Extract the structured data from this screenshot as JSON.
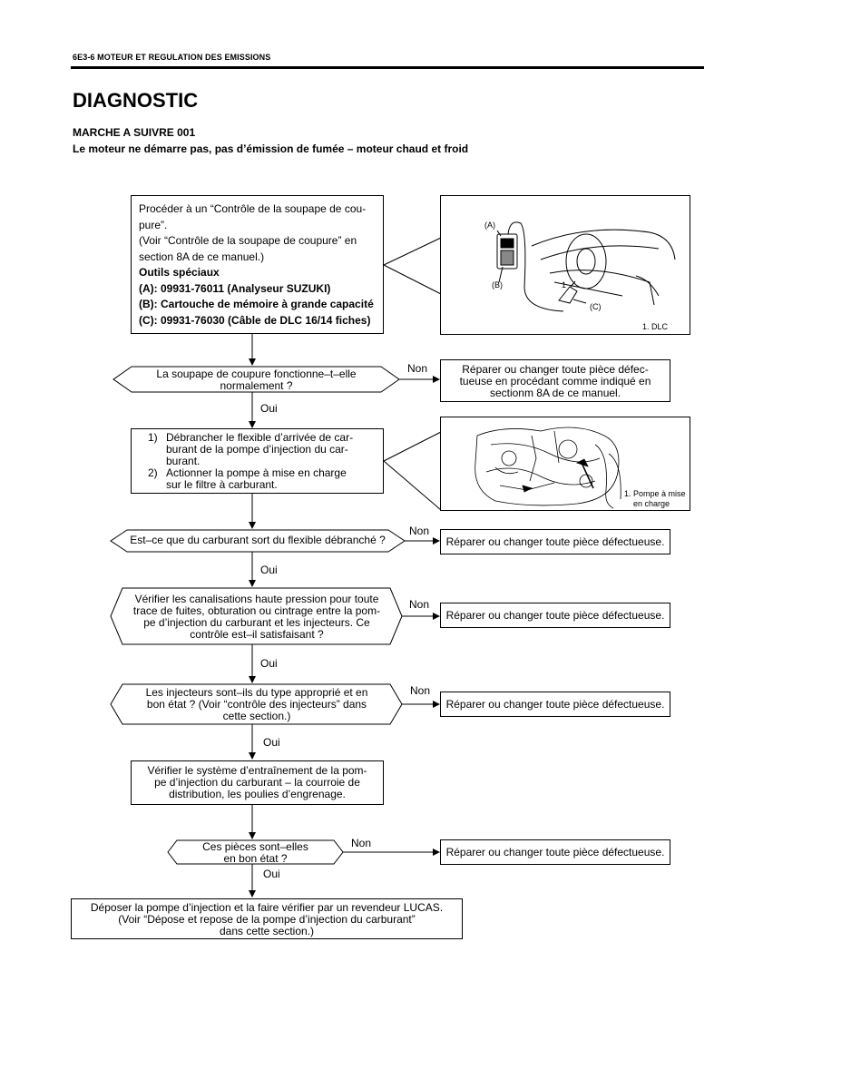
{
  "header": {
    "page_ref": "6E3-6   MOTEUR ET REGULATION DES EMISSIONS"
  },
  "title": "DIAGNOSTIC",
  "procedure": "MARCHE A SUIVRE 001",
  "subtitle": "Le moteur ne démarre pas, pas d’émission de fumée – moteur chaud et froid",
  "step1": {
    "lines": [
      "Procéder à un “Contrôle de la soupape de cou-",
      "pure”.",
      "(Voir “Contrôle de la soupape de coupure” en",
      "section 8A de ce manuel.)"
    ],
    "bold_lines": [
      "Outils spéciaux",
      "(A): 09931-76011 (Analyseur SUZUKI)",
      "(B): Cartouche de mémoire à grande capacité",
      "(C): 09931-76030 (Câble de DLC 16/14 fiches)"
    ]
  },
  "fig1": {
    "label_a": "(A)",
    "label_b": "(B)",
    "label_c": "(C)",
    "label_1": "1",
    "caption": "1.  DLC"
  },
  "fig2": {
    "caption_1": "1.  Pompe à mise",
    "caption_2": "en charge"
  },
  "decision1": {
    "lines": [
      "La soupape de coupure fonctionne–t–elle",
      "normalement ?"
    ],
    "no": "Non",
    "yes": "Oui",
    "no_action": [
      "Réparer ou changer toute pièce défec-",
      "tueuse en procédant comme indiqué en",
      "sectionm 8A de ce manuel."
    ]
  },
  "step2": {
    "items": [
      {
        "num": "1)",
        "lines": [
          "Débrancher le flexible d’arrivée de car-",
          "burant de la pompe d’injection du car-",
          "burant."
        ]
      },
      {
        "num": "2)",
        "lines": [
          "Actionner la pompe à mise en charge",
          "sur le filtre à carburant."
        ]
      }
    ]
  },
  "decision2": {
    "lines": [
      "Est–ce que du carburant sort du flexible débranché ?"
    ],
    "no": "Non",
    "yes": "Oui",
    "no_action": "Réparer ou changer toute pièce défectueuse."
  },
  "decision3": {
    "lines": [
      "Vérifier les canalisations haute pression pour toute",
      "trace de fuites, obturation ou cintrage entre la pom-",
      "pe d’injection du carburant et les injecteurs. Ce",
      "contrôle est–il satisfaisant ?"
    ],
    "no": "Non",
    "yes": "Oui",
    "no_action": "Réparer ou changer toute pièce défectueuse."
  },
  "decision4": {
    "lines": [
      "Les injecteurs sont–ils du type approprié et en",
      "bon état ? (Voir “contrôle des injecteurs” dans",
      "cette section.)"
    ],
    "no": "Non",
    "yes": "Oui",
    "no_action": "Réparer ou changer toute pièce défectueuse."
  },
  "step3": {
    "lines": [
      "Vérifier le système d’entraînement de la pom-",
      "pe d’injection du carburant – la courroie de",
      "distribution, les poulies d’engrenage."
    ]
  },
  "decision5": {
    "lines": [
      "Ces pièces sont–elles",
      "en bon état ?"
    ],
    "no": "Non",
    "yes": "Oui",
    "no_action": "Réparer ou changer toute pièce défectueuse."
  },
  "final": {
    "lines": [
      "Déposer la pompe d’injection et la faire vérifier par un revendeur LUCAS.",
      "(Voir “Dépose et repose de la pompe d’injection du carburant”",
      "dans cette section.)"
    ]
  }
}
